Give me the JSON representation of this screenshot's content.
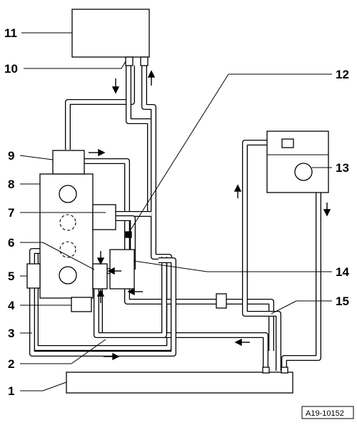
{
  "figure_id": "A19-10152",
  "callouts": [
    {
      "id": "1",
      "text": "1"
    },
    {
      "id": "2",
      "text": "2"
    },
    {
      "id": "3",
      "text": "3"
    },
    {
      "id": "4",
      "text": "4"
    },
    {
      "id": "5",
      "text": "5"
    },
    {
      "id": "6",
      "text": "6"
    },
    {
      "id": "7",
      "text": "7"
    },
    {
      "id": "8",
      "text": "8"
    },
    {
      "id": "9",
      "text": "9"
    },
    {
      "id": "10",
      "text": "10"
    },
    {
      "id": "11",
      "text": "11"
    },
    {
      "id": "12",
      "text": "12"
    },
    {
      "id": "13",
      "text": "13"
    },
    {
      "id": "14",
      "text": "14"
    },
    {
      "id": "15",
      "text": "15"
    }
  ]
}
